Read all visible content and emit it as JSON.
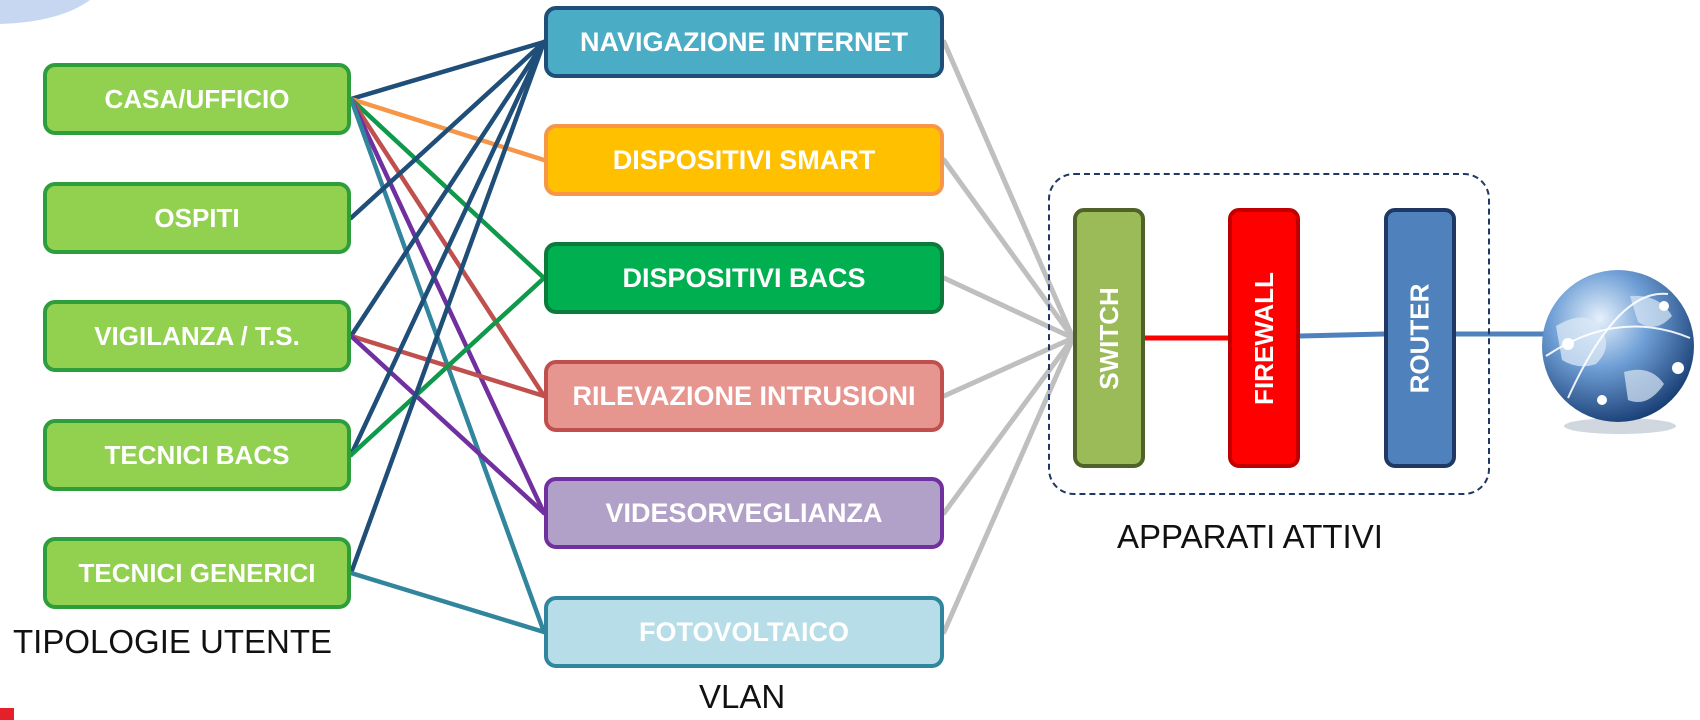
{
  "diagram": {
    "user_types": [
      {
        "id": "casa",
        "label": "CASA/UFFICIO"
      },
      {
        "id": "ospiti",
        "label": "OSPITI"
      },
      {
        "id": "vigilanza",
        "label": "VIGILANZA / T.S."
      },
      {
        "id": "tecnici_bacs",
        "label": "TECNICI BACS"
      },
      {
        "id": "tecnici_generici",
        "label": "TECNICI GENERICI"
      }
    ],
    "vlans": [
      {
        "id": "nav",
        "label": "NAVIGAZIONE INTERNET",
        "fill": "#4bacc6",
        "border": "#1f4e79"
      },
      {
        "id": "smart",
        "label": "DISPOSITIVI SMART",
        "fill": "#ffc000",
        "border": "#f79646"
      },
      {
        "id": "bacs",
        "label": "DISPOSITIVI BACS",
        "fill": "#00b050",
        "border": "#0b7a3a"
      },
      {
        "id": "rilev",
        "label": "RILEVAZIONE INTRUSIONI",
        "fill": "#e6958f",
        "border": "#c0504d"
      },
      {
        "id": "video",
        "label": "VIDESORVEGLIANZA",
        "fill": "#b1a0c7",
        "border": "#7030a0"
      },
      {
        "id": "foto",
        "label": "FOTOVOLTAICO",
        "fill": "#b7dde8",
        "border": "#31859c"
      }
    ],
    "devices": [
      {
        "id": "switch",
        "label": "SWITCH",
        "fill": "#9bbb59",
        "border": "#4f6228"
      },
      {
        "id": "firewall",
        "label": "FIREWALL",
        "fill": "#ff0000",
        "border": "#c00000"
      },
      {
        "id": "router",
        "label": "ROUTER",
        "fill": "#4f81bd",
        "border": "#1f3864"
      }
    ],
    "captions": {
      "user_types": "TIPOLOGIE UTENTE",
      "vlans": "VLAN",
      "active_devices": "APPARATI ATTIVI"
    },
    "connections": [
      {
        "from": "casa",
        "to": "nav",
        "color": "#1f4e79"
      },
      {
        "from": "casa",
        "to": "smart",
        "color": "#f79646"
      },
      {
        "from": "casa",
        "to": "bacs",
        "color": "#0e9a4a"
      },
      {
        "from": "casa",
        "to": "rilev",
        "color": "#c0504d"
      },
      {
        "from": "casa",
        "to": "video",
        "color": "#7030a0"
      },
      {
        "from": "casa",
        "to": "foto",
        "color": "#31859c"
      },
      {
        "from": "ospiti",
        "to": "nav",
        "color": "#1f4e79"
      },
      {
        "from": "vigilanza",
        "to": "nav",
        "color": "#1f4e79"
      },
      {
        "from": "vigilanza",
        "to": "rilev",
        "color": "#c0504d"
      },
      {
        "from": "vigilanza",
        "to": "video",
        "color": "#7030a0"
      },
      {
        "from": "tecnici_bacs",
        "to": "nav",
        "color": "#1f4e79"
      },
      {
        "from": "tecnici_bacs",
        "to": "bacs",
        "color": "#0e9a4a"
      },
      {
        "from": "tecnici_generici",
        "to": "nav",
        "color": "#1f4e79"
      },
      {
        "from": "tecnici_generici",
        "to": "foto",
        "color": "#31859c"
      }
    ],
    "vlan_to_switch_color": "#bfbfbf",
    "switch_firewall_link_color": "#ff0000",
    "uplink_color": "#4f81bd"
  }
}
